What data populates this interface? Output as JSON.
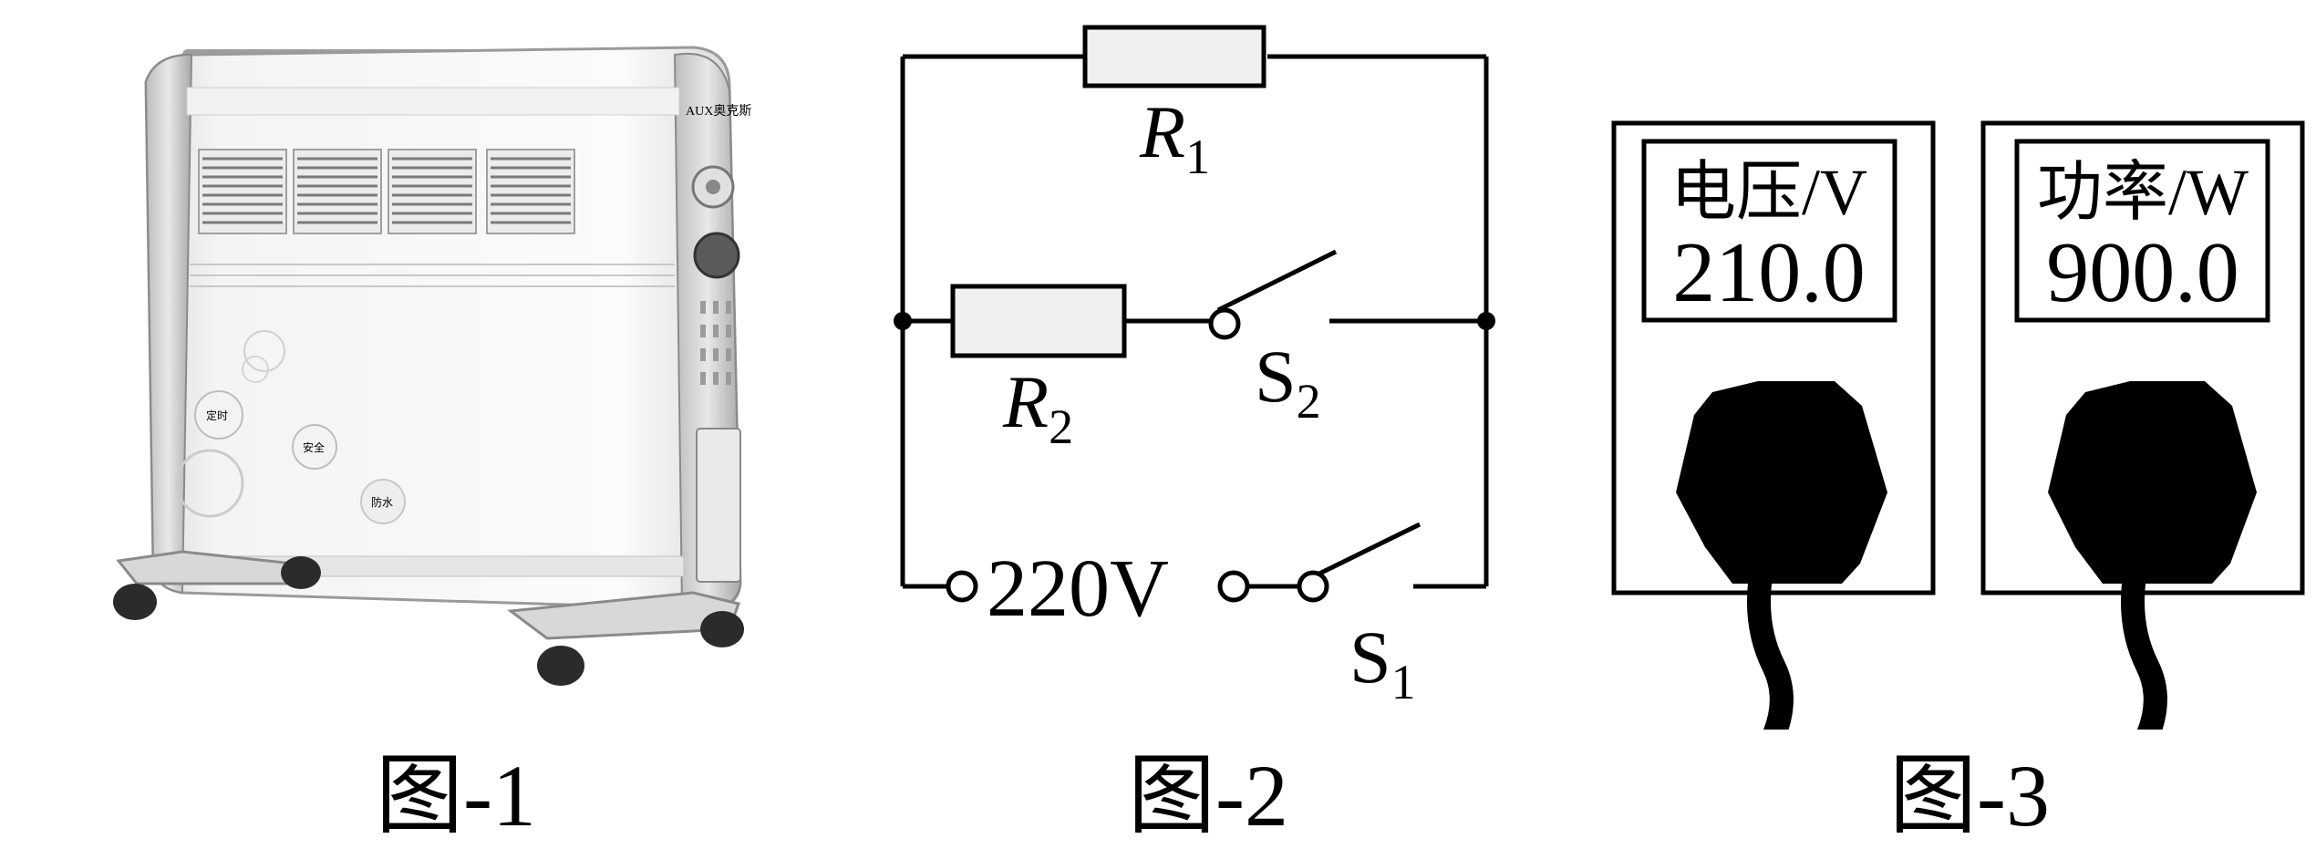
{
  "figures": {
    "fig1": {
      "caption": "图-1",
      "brand": "AUX奥克斯",
      "sticker1": "定时",
      "sticker2": "安全",
      "sticker3": "防水"
    },
    "fig2": {
      "caption": "图-2",
      "r1_main": "R",
      "r1_sub": "1",
      "r2_main": "R",
      "r2_sub": "2",
      "s1_main": "S",
      "s1_sub": "1",
      "s2_main": "S",
      "s2_sub": "2",
      "source": "220V"
    },
    "fig3": {
      "caption": "图-3",
      "meter_left": {
        "label": "电压/V",
        "value": "210.0"
      },
      "meter_right": {
        "label": "功率/W",
        "value": "900.0"
      }
    }
  }
}
